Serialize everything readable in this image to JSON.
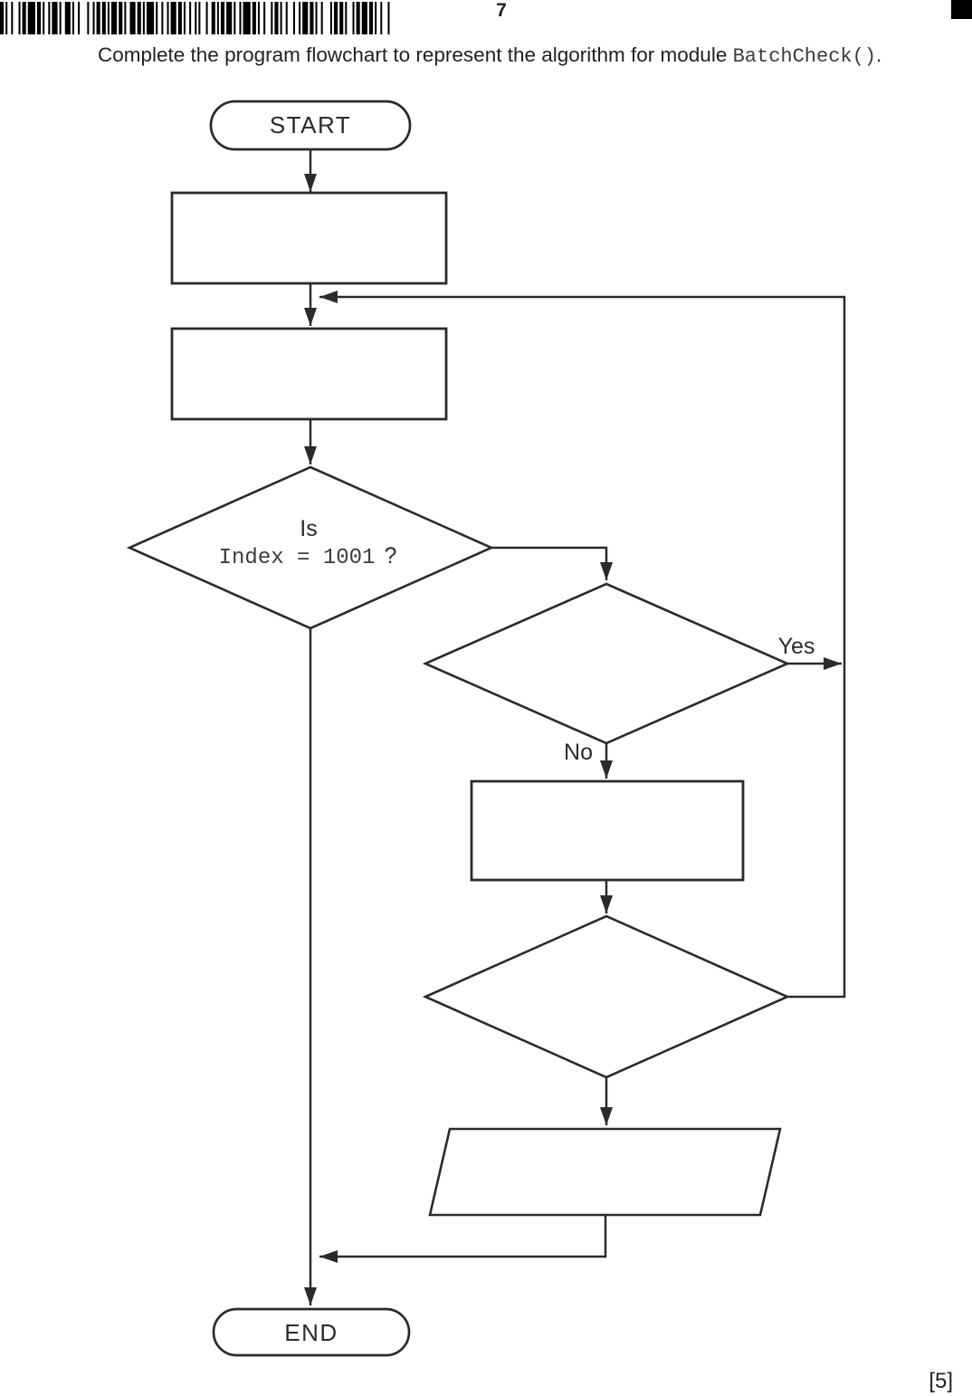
{
  "page": {
    "number": "7",
    "marks": "[5]",
    "title": {
      "prefix": "Complete the program flowchart to represent the algorithm for module ",
      "code": "BatchCheck()",
      "suffix": "."
    }
  },
  "header": {
    "barcode_icon": "barcode",
    "corner_mark_icon": "printer-corner-mark",
    "barcode_pattern": "211213112141211211311231121412112121113121123121114112121131211212111312211121311211412112131121121312113121121411212113112131211213121121"
  },
  "flowchart": {
    "start_label": "START",
    "end_label": "END",
    "decision1": {
      "line1": "Is",
      "condition_code": "Index = 1001",
      "question_mark": "?"
    },
    "branch_labels": {
      "yes": "Yes",
      "no": "No"
    },
    "colors": {
      "ink": "#2b2b2b",
      "shape_fill": "#ffffff"
    }
  }
}
